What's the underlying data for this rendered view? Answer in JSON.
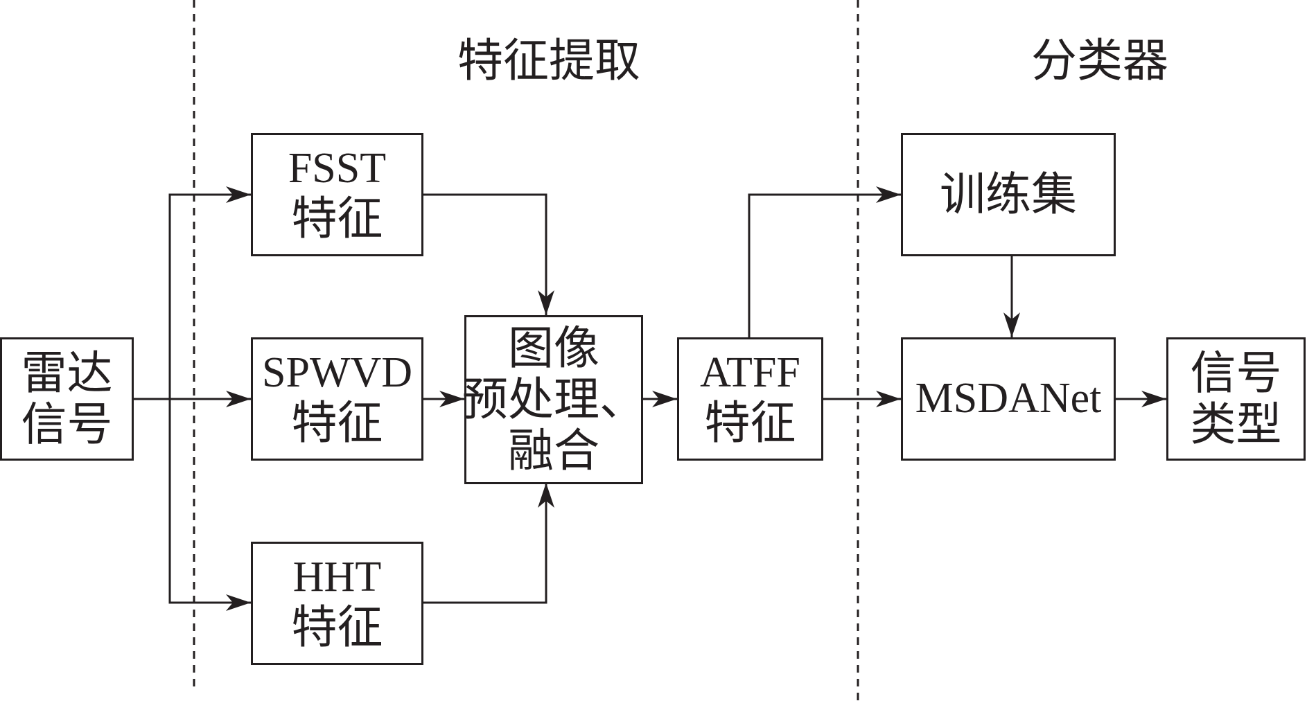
{
  "sections": {
    "feature_extraction": "特征提取",
    "classifier": "分类器"
  },
  "nodes": {
    "radar_signal": [
      "雷达",
      "信号"
    ],
    "fsst": [
      "FSST",
      "特征"
    ],
    "spwvd": [
      "SPWVD",
      "特征"
    ],
    "hht": [
      "HHT",
      "特征"
    ],
    "preprocess": [
      "图像",
      "预处理、",
      "融合"
    ],
    "atff": [
      "ATFF",
      "特征"
    ],
    "training_set": [
      "训练集"
    ],
    "msdanet": [
      "MSDANet"
    ],
    "signal_type": [
      "信号",
      "类型"
    ]
  },
  "colors": {
    "line": "#231f20",
    "background": "#ffffff"
  }
}
